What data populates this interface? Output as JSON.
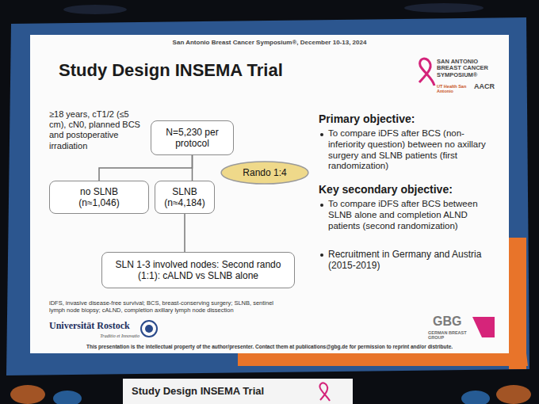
{
  "diagram": {
    "title": "Study Design INSEMA Trial",
    "nodes": [
      {
        "text": [
          "N=5,230 per protocol"
        ]
      },
      {
        "text": [
          "Rando 1:4"
        ]
      },
      {
        "text": [
          "no SLNB (n≈1,046)"
        ]
      },
      {
        "text": [
          "SLNB (n≈4,184)"
        ]
      },
      {
        "text": [
          "SLN 1-3 involved nodes: Second rando (1:1): cALND vs SLNB alone"
        ]
      }
    ],
    "edges": [
      {
        "from": 0,
        "to": 2,
        "arrow": "none"
      },
      {
        "from": 0,
        "to": 3,
        "arrow": "none"
      },
      {
        "from": 3,
        "to": 4,
        "arrow": "none"
      }
    ],
    "labels": [
      "San Antonio Breast Cancer Symposium®, December 10-13, 2024",
      "≥18 years, cT1/2 (≤5 cm), cN0, planned BCS and postoperative irradiation",
      "SAN ANTONIO BREAST CANCER SYMPOSIUM®",
      "UT Health San Antonio",
      "AACR",
      "Primary objective:",
      "To compare iDFS after BCS (non-inferiority question) between no axillary surgery and SLNB patients (first randomization)",
      "Key secondary objective:",
      "To compare iDFS after BCS between SLNB alone and completion ALND patients (second randomization)",
      "Recruitment in Germany and Austria (2015-2019)",
      "iDFS, invasive disease-free survival; BCS, breast-conserving surgery; SLNB, sentinel lymph node biopsy; cALND, completion axillary lymph node dissection",
      "Universität Rostock",
      "Traditio et Innovatio",
      "GBG",
      "GERMAN BREAST GROUP",
      "This presentation is the intellectual property of the author/presenter. Contact them at publications@gbg.de for permission to reprint and/or distribute.",
      "Study Design INSEMA Trial"
    ]
  }
}
